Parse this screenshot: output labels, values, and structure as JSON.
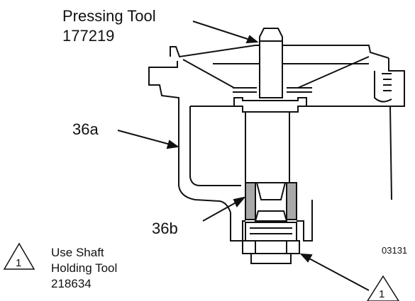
{
  "labels": {
    "pressing_tool_name": "Pressing Tool",
    "pressing_tool_number": "177219",
    "part_36a": "36a",
    "part_36b": "36b",
    "figure_code": "03131",
    "note_number": "1",
    "note_line1": "Use Shaft",
    "note_line2": "Holding Tool",
    "note_line3": "218634",
    "callout_number": "1"
  },
  "colors": {
    "line": "#111111",
    "seal_fill": "#a8a8a8",
    "background": "#ffffff"
  }
}
